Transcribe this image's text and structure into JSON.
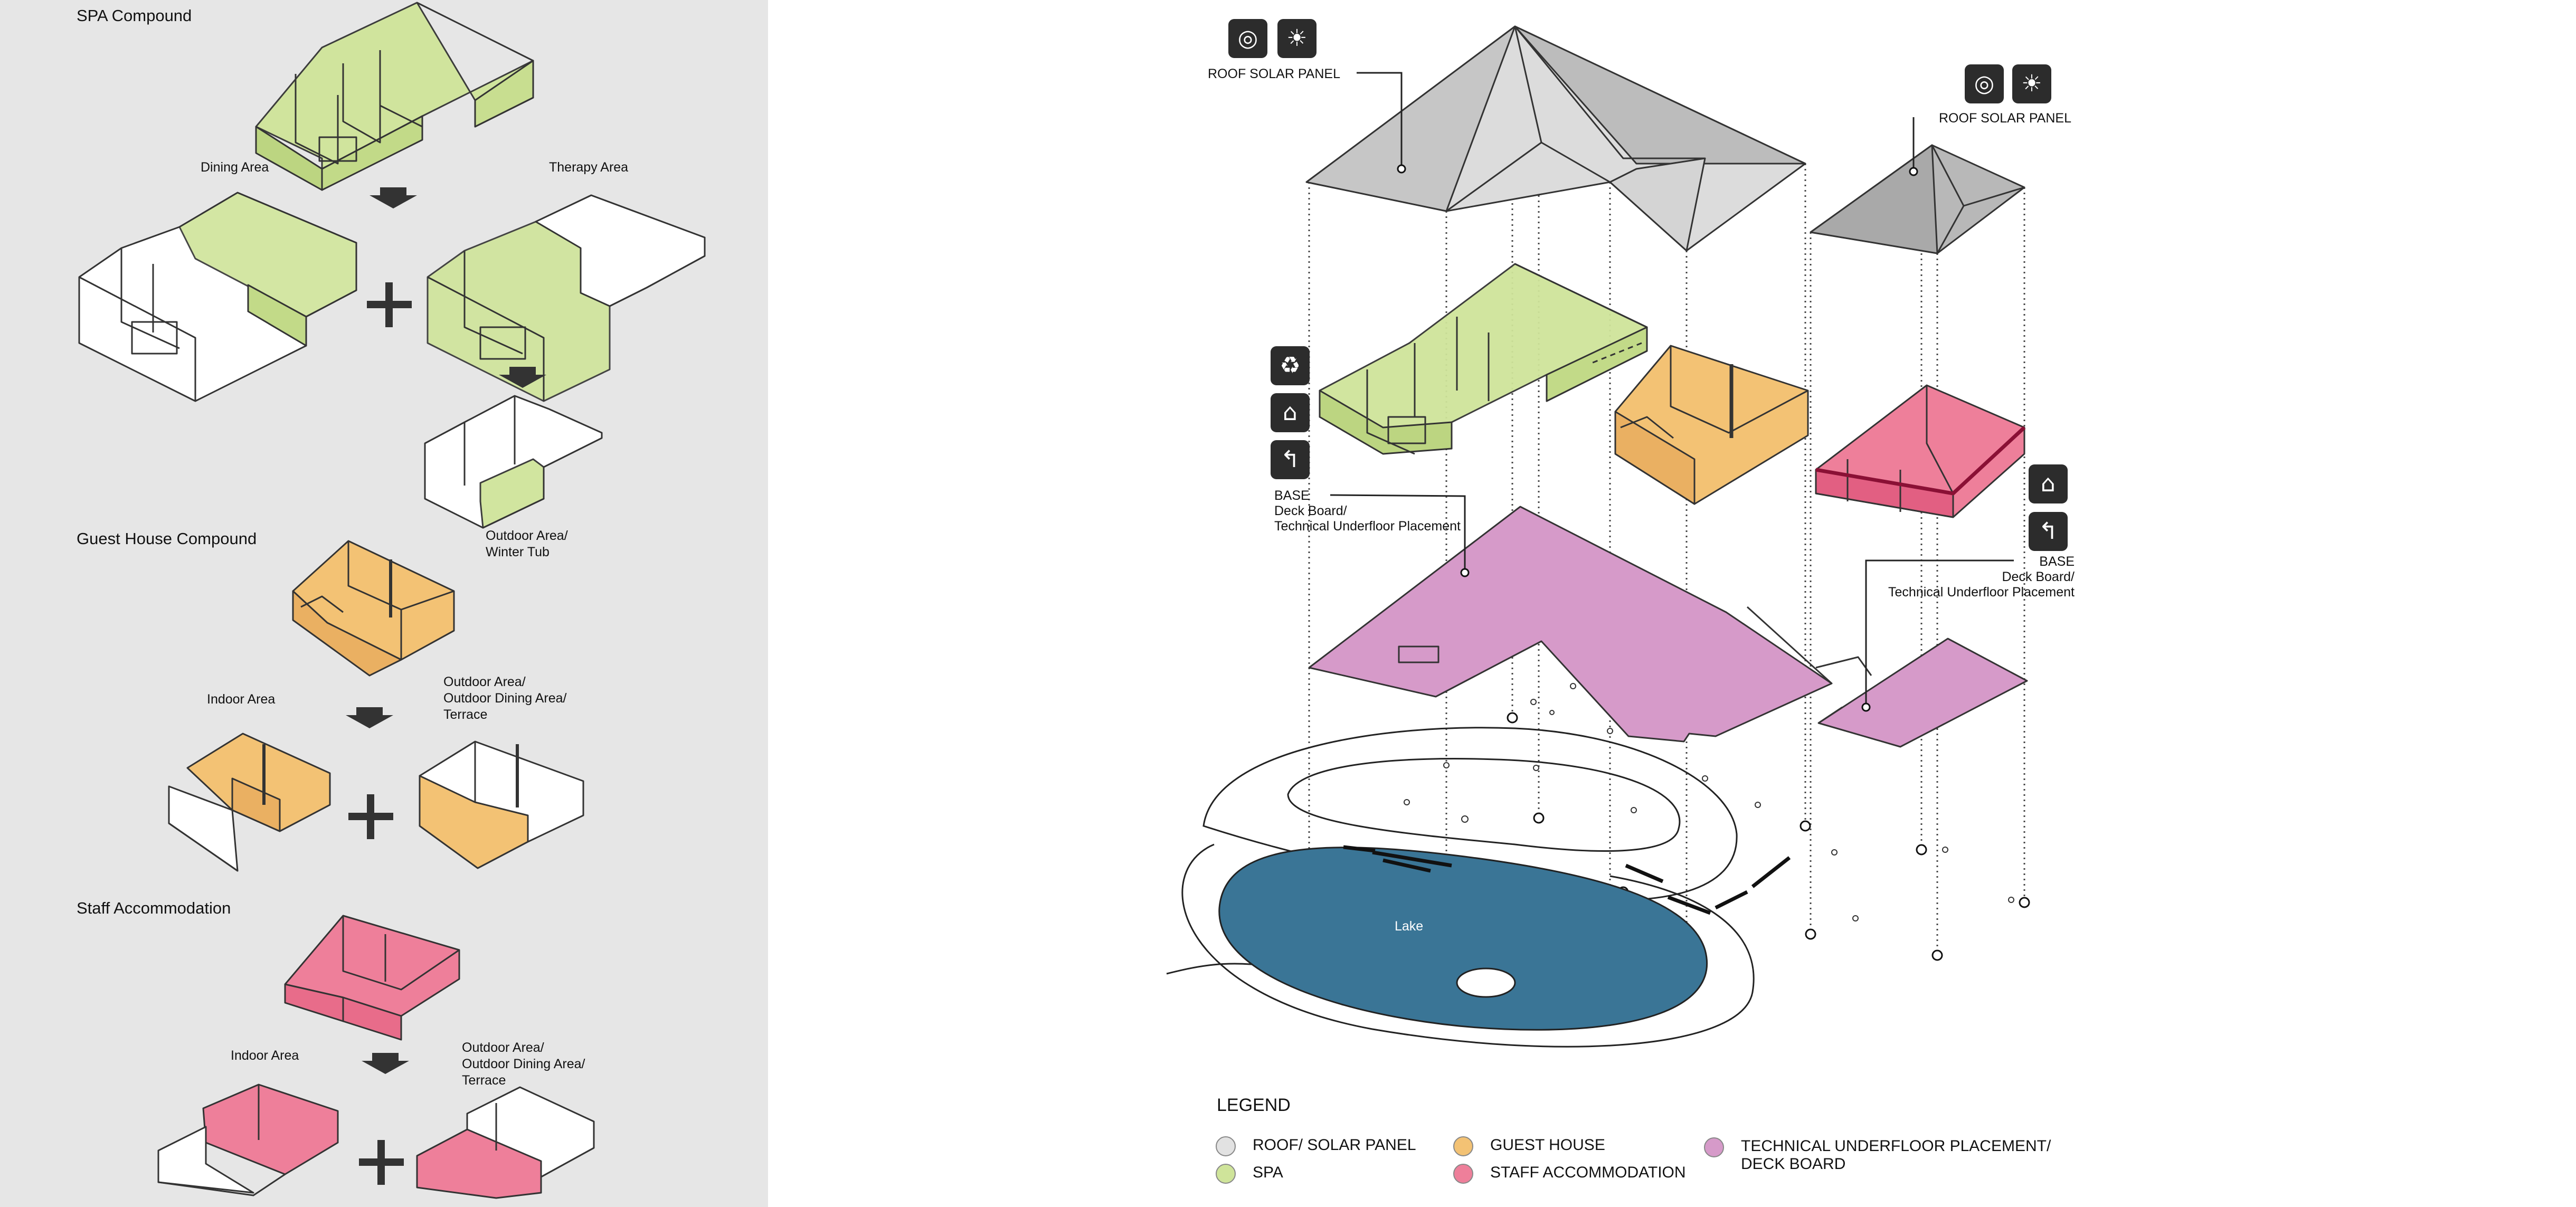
{
  "left": {
    "spa": {
      "title": "SPA Compound",
      "dining": "Dining Area",
      "therapy": "Therapy Area",
      "outdoor": "Outdoor Area/\nWinter Tub"
    },
    "guest": {
      "title": "Guest House Compound",
      "indoor": "Indoor Area",
      "outdoor": "Outdoor Area/\nOutdoor Dining Area/\nTerrace"
    },
    "staff": {
      "title": "Staff Accommodation",
      "indoor": "Indoor Area",
      "outdoor": "Outdoor Area/\nOutdoor Dining Area/\nTerrace"
    }
  },
  "annotations": {
    "roof_solar_1": "ROOF SOLAR PANEL",
    "roof_solar_2": "ROOF SOLAR PANEL",
    "base_1": "BASE\nDeck Board/\nTechnical Underfloor Placement",
    "base_2": "BASE\nDeck Board/\nTechnical Underfloor Placement",
    "lake": "Lake"
  },
  "icons": {
    "solar": "solar-panel-icon",
    "bulb": "light-bulb-icon",
    "recycle": "recycle-icon",
    "eco_house": "eco-house-icon",
    "water_tap": "water-tap-icon"
  },
  "legend": {
    "title": "LEGEND",
    "items": [
      {
        "label": "ROOF/ SOLAR PANEL",
        "color": "#e2e2e2"
      },
      {
        "label": "SPA",
        "color": "#cfe49a"
      },
      {
        "label": "GUEST HOUSE",
        "color": "#f3c274"
      },
      {
        "label": "STAFF ACCOMMODATION",
        "color": "#ee7f9a"
      },
      {
        "label": "TECHNICAL UNDERFLOOR PLACEMENT/\nDECK BOARD",
        "color": "#d69ac9"
      }
    ]
  },
  "colors": {
    "spa": "#cfe49a",
    "guest": "#f3c274",
    "staff": "#ee7f9a",
    "deck": "#d69ac9",
    "roof": "#dcdcdc",
    "roof_dark": "#b8b8b8",
    "lake": "#3a7596",
    "panel_bg": "#e6e6e6"
  }
}
